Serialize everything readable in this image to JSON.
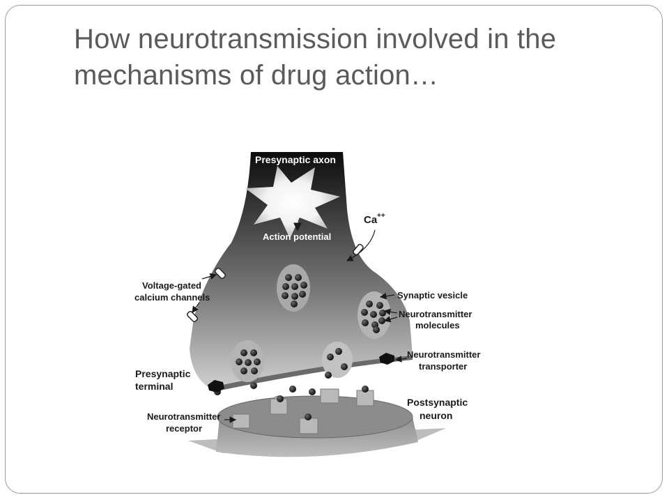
{
  "slide": {
    "title_line1": "How neurotransmission involved in the",
    "title_line2": "mechanisms of drug action…"
  },
  "diagram": {
    "labels": {
      "presynaptic_axon": "Presynaptic axon",
      "action_potential": "Action potential",
      "calcium": "Ca",
      "calcium_charge": "++",
      "voltage_gated_1": "Voltage-gated",
      "voltage_gated_2": "calcium channels",
      "synaptic_vesicle": "Synaptic vesicle",
      "nt_molecules_1": "Neurotransmitter",
      "nt_molecules_2": "molecules",
      "nt_transporter_1": "Neurotransmitter",
      "nt_transporter_2": "transporter",
      "presynaptic_terminal_1": "Presynaptic",
      "presynaptic_terminal_2": "terminal",
      "postsynaptic_1": "Postsynaptic",
      "postsynaptic_2": "neuron",
      "nt_receptor_1": "Neurotransmitter",
      "nt_receptor_2": "receptor"
    }
  }
}
